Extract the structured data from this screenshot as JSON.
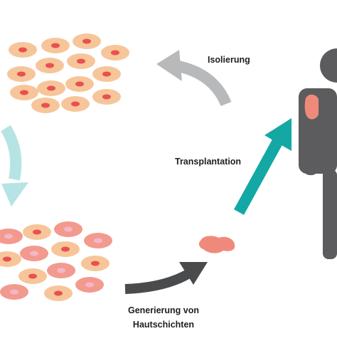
{
  "labels": {
    "isolation": "Isolierung",
    "transplantation": "Transplantation",
    "generation_line1": "Generierung von",
    "generation_line2": "Hautschichten"
  },
  "colors": {
    "cell_body": "#f7c59a",
    "cell_nucleus": "#e8514f",
    "cell_body_mixed": "#f29a8e",
    "cell_nucleus_mixed": "#f4b6c8",
    "arrow_isolation": "#b7b9bb",
    "arrow_to_layers": "#b6e3e3",
    "arrow_generation": "#4a4b4d",
    "arrow_transplant": "#14a8a5",
    "human_figure": "#5c5c5e",
    "skin_patch": "#ef8a7a"
  },
  "icons": [
    "cell-cluster-isolated",
    "cell-cluster-layered",
    "skin-graft-icon",
    "human-figure-icon"
  ]
}
